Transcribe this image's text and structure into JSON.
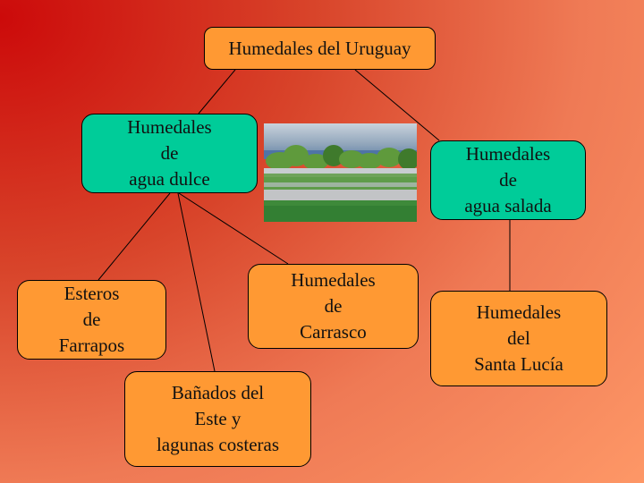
{
  "diagram": {
    "root": {
      "label": "Humedales del Uruguay"
    },
    "fresh": {
      "label": "Humedales\nde\nagua dulce"
    },
    "salt": {
      "label": "Humedales\nde\nagua salada"
    },
    "esteros": {
      "label": "Esteros\nde\nFarrapos"
    },
    "banados": {
      "label": "Bañados del\nEste y\nlagunas costeras"
    },
    "carrasco": {
      "label": "Humedales\nde\nCarrasco"
    },
    "santalucia": {
      "label": "Humedales\ndel\nSanta Lucía"
    },
    "photo": {
      "alt": "wetland landscape photo"
    }
  },
  "colors": {
    "orange_node": "#ff9933",
    "green_node": "#00cc99",
    "bg_start": "#cc0a0a",
    "bg_end": "#ff9a68"
  }
}
